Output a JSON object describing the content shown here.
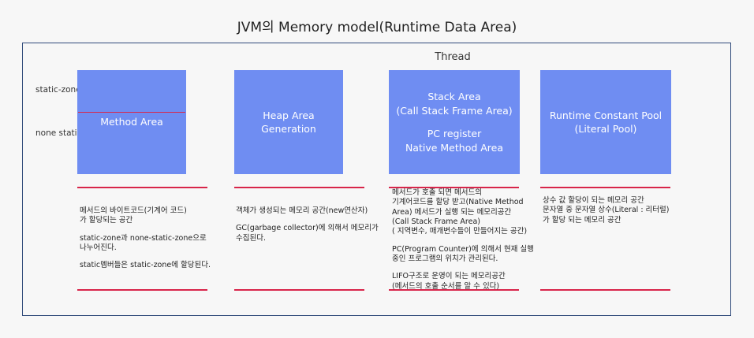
{
  "title": "JVM의 Memory model(Runtime Data Area)",
  "thread_label": "Thread",
  "zones": {
    "static": "static-zone",
    "none_static": "none static-zone"
  },
  "areas": [
    {
      "name_lines": [
        "Method Area"
      ],
      "desc": [
        "메서드의 바이트코드(기계어 코드)\n가 할당되는 공간",
        "static-zone과 none-static-zone으로\n나누어진다.",
        "static멤버들은 static-zone에 할당된다."
      ]
    },
    {
      "name_lines": [
        "Heap Area",
        "Generation"
      ],
      "desc": [
        "객체가 생성되는 메모리 공간(new연산자)",
        "GC(garbage collector)에 의해서 메모리가\n수집된다."
      ]
    },
    {
      "name_lines": [
        "Stack Area",
        "(Call Stack Frame Area)"
      ],
      "name_lines_2": [
        "PC register",
        "Native Method Area"
      ],
      "desc": [
        "메서드가 호출 되면 메서드의\n기계어코드를 할당 받고(Native Method\nArea) 메서드가 실행 되는 메모리공간\n(Call Stack Frame Area)\n( 지역변수, 매개변수들이 만들어지는 공간)",
        "PC(Program Counter)에 의해서 현재 실행\n중인 프로그램의 위치가 관리된다.",
        "LIFO구조로 운영이 되는 메모리공간\n(메서드의 호출 순서를 알 수 있다)"
      ]
    },
    {
      "name_lines": [
        "Runtime Constant Pool",
        "(Literal Pool)"
      ],
      "desc": [
        "상수 값 할당이 되는 메모리 공간\n문자열 중 문자열 상수(Literal : 리터럴)\n가 할당 되는 메모리 공간"
      ]
    }
  ]
}
